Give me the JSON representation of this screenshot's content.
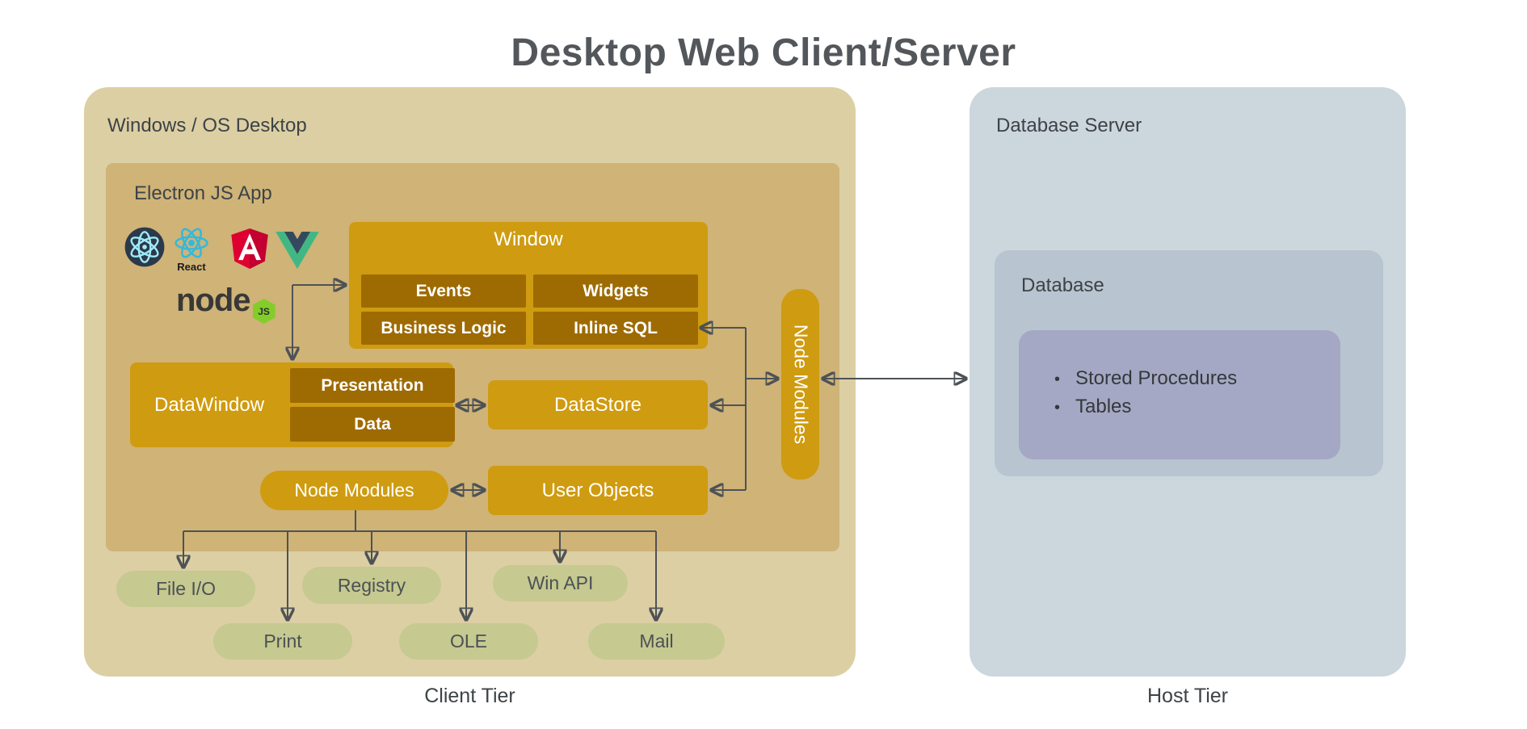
{
  "title": "Desktop Web Client/Server",
  "client": {
    "os_label": "Windows / OS Desktop",
    "tier_label": "Client Tier",
    "electron": {
      "label": "Electron JS App",
      "icons": {
        "electron": "electron-icon",
        "react": "react-icon",
        "react_label": "React",
        "angular": "angular-icon",
        "vue": "vue-icon",
        "node": "nodejs-icon",
        "node_label": "node",
        "node_badge": "JS"
      },
      "window": {
        "label": "Window",
        "cells": [
          "Events",
          "Widgets",
          "Business Logic",
          "Inline SQL"
        ]
      },
      "datawindow": {
        "label": "DataWindow",
        "parts": [
          "Presentation",
          "Data"
        ]
      },
      "datastore_label": "DataStore",
      "node_modules_label": "Node Modules",
      "user_objects_label": "User Objects",
      "node_modules_bar_label": "Node Modules"
    },
    "services": [
      "File I/O",
      "Registry",
      "Win API",
      "Print",
      "OLE",
      "Mail"
    ]
  },
  "host": {
    "server_label": "Database Server",
    "tier_label": "Host Tier",
    "database": {
      "label": "Database",
      "items": [
        "Stored Procedures",
        "Tables"
      ]
    }
  },
  "colors": {
    "client_bg": "#dccfa4",
    "electron_bg": "#cfb377",
    "gold": "#cf9b10",
    "gold_dark": "#9e6b02",
    "service_pill": "#c6c990",
    "host_bg": "#ccd6dd",
    "database_bg": "#b8c4cf",
    "schema_bg": "#a5a8c4",
    "arrow": "#4d5256"
  }
}
